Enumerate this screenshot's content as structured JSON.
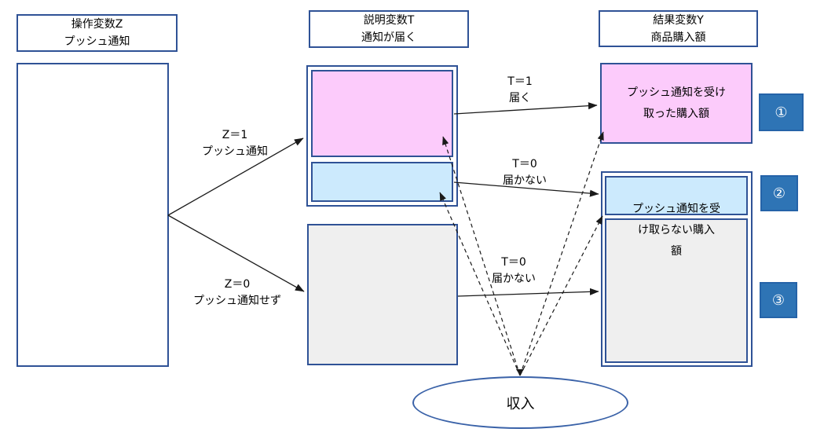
{
  "headers": {
    "z": {
      "lines": [
        "操作変数Z",
        "プッシュ通知"
      ]
    },
    "t": {
      "lines": [
        "説明変数T",
        "通知が届く"
      ]
    },
    "y": {
      "lines": [
        "結果変数Y",
        "商品購入額"
      ]
    }
  },
  "edge_labels": {
    "z1": {
      "lines": [
        "Z＝1",
        "プッシュ通知"
      ]
    },
    "z0": {
      "lines": [
        "Z＝0",
        "プッシュ通知せず"
      ]
    },
    "t1": {
      "lines": [
        "T＝1",
        "届く"
      ]
    },
    "t0_upper": {
      "lines": [
        "T＝0",
        "届かない"
      ]
    },
    "t0_lower": {
      "lines": [
        "T＝0",
        "届かない"
      ]
    }
  },
  "boxes": {
    "outcome_received": {
      "lines": [
        "プッシュ通知を受け",
        "取った購入額"
      ]
    },
    "outcome_not_received": {
      "lines": [
        "プッシュ通知を受",
        "け取らない購入",
        "額"
      ]
    }
  },
  "badges": [
    "①",
    "②",
    "③"
  ],
  "confounder": {
    "label": "収入"
  },
  "colors": {
    "box_border": "#2F5296",
    "pink_fill": "#FCCBFB",
    "light_blue_fill": "#CCEAFD",
    "gray_fill": "#EFEFEF",
    "badge_fill": "#2E74B5",
    "badge_border": "#2563A8",
    "ellipse_border": "#3A62A8",
    "arrow_color": "#1A1A1A"
  }
}
